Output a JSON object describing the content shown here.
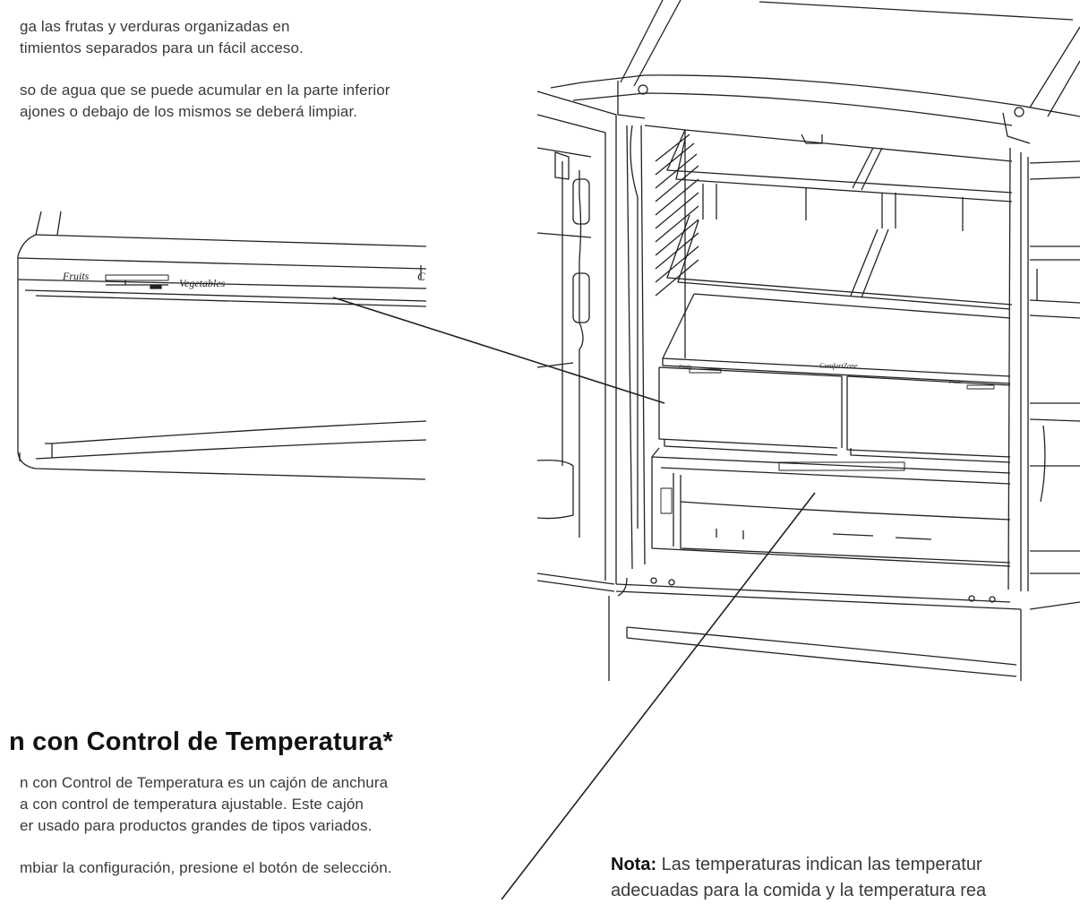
{
  "top_section": {
    "para1": [
      "ga las frutas y verduras organizadas en",
      "timientos separados para un fácil acceso."
    ],
    "para2": [
      "so de agua que se puede acumular en la parte inferior",
      "ajones o debajo de los mismos se deberá limpiar."
    ]
  },
  "drawer_detail": {
    "label_left": "Fruits",
    "label_right": "Vegetables",
    "label_cut": "C"
  },
  "fridge": {
    "drawer_label_left": "Fruits",
    "drawer_label_mid": "ComfortZone",
    "drawer_label_right": "Fruits"
  },
  "bottom_section": {
    "heading": "n con Control de Temperatura*",
    "paragraph": [
      "n con Control de Temperatura es un cajón de anchura",
      "a con control de temperatura ajustable. Este cajón",
      "er usado para productos grandes de tipos variados."
    ],
    "instruction": "mbiar la configuración, presione el botón de selección."
  },
  "note": {
    "label": "Nota:",
    "line1": " Las temperaturas indican las temperatur",
    "line2": "adecuadas para la comida y la temperatura rea"
  }
}
